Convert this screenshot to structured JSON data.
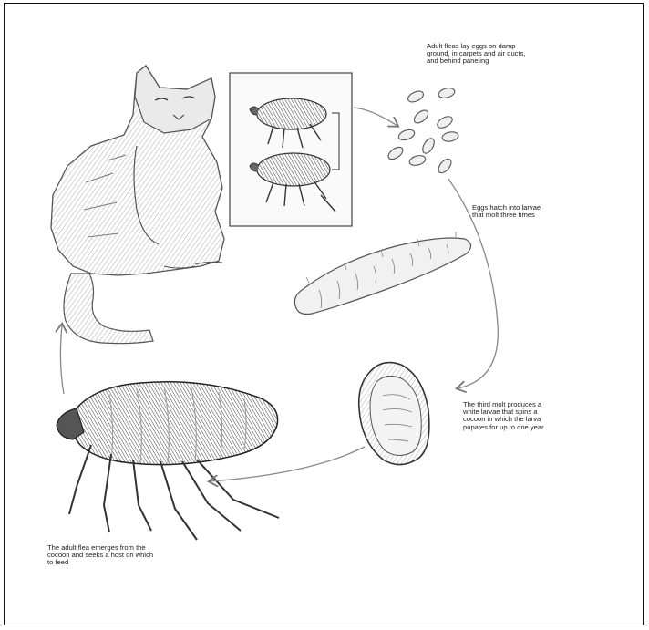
{
  "captions": {
    "eggs": [
      "Adult fleas lay eggs on damp",
      "ground, in carpets and air ducts,",
      "and behind paneling"
    ],
    "larvae": [
      "Eggs hatch into larvae",
      "that molt three times"
    ],
    "cocoon": [
      "The third molt produces a",
      "white larvae that spins a",
      "cocoon in which the larva",
      "pupates for up to one year"
    ],
    "adult": [
      "The adult flea emerges from the",
      "cocoon and seeks a host on which",
      "to feed"
    ]
  }
}
